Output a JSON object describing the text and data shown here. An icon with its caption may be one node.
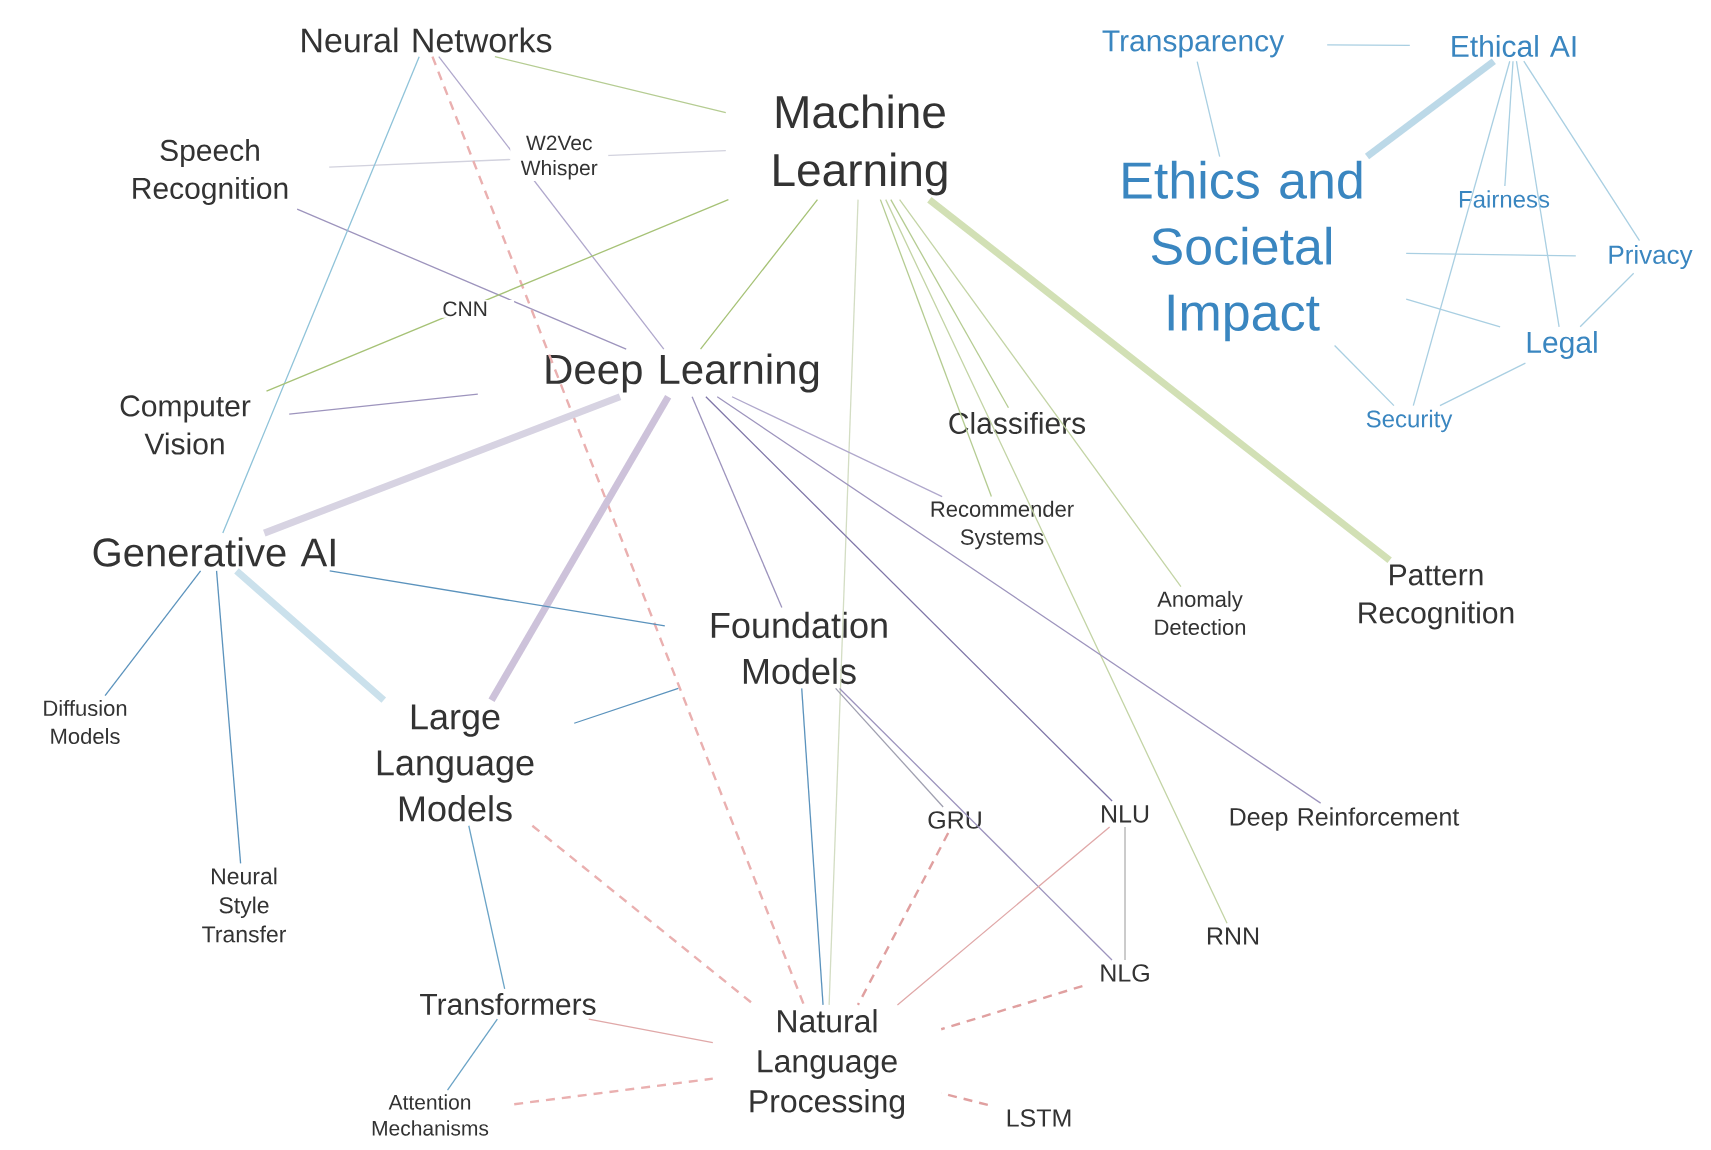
{
  "diagram": {
    "nodes": [
      {
        "text": [
          "Neural Networks"
        ]
      },
      {
        "text": [
          "Machine Learning"
        ]
      },
      {
        "text": [
          "Speech Recognition"
        ]
      },
      {
        "text": [
          "Deep Learning"
        ]
      },
      {
        "text": [
          "Computer Vision"
        ]
      },
      {
        "text": [
          "Generative AI"
        ]
      },
      {
        "text": [
          "Classifiers"
        ]
      },
      {
        "text": [
          "Recommender Systems"
        ]
      },
      {
        "text": [
          "Foundation Models"
        ]
      },
      {
        "text": [
          "Anomaly Detection"
        ]
      },
      {
        "text": [
          "Pattern Recognition"
        ]
      },
      {
        "text": [
          "Diffusion Models"
        ]
      },
      {
        "text": [
          "Large Language Models"
        ]
      },
      {
        "text": [
          "Neural Style Transfer"
        ]
      },
      {
        "text": [
          "GRU"
        ]
      },
      {
        "text": [
          "NLU"
        ]
      },
      {
        "text": [
          "Deep Reinforcement"
        ]
      },
      {
        "text": [
          "RNN"
        ]
      },
      {
        "text": [
          "NLG"
        ]
      },
      {
        "text": [
          "Transformers"
        ]
      },
      {
        "text": [
          "Natural Language Processing"
        ]
      },
      {
        "text": [
          "Attention Mechanisms"
        ]
      },
      {
        "text": [
          "LSTM"
        ]
      },
      {
        "text": [
          "Transparency"
        ]
      },
      {
        "text": [
          "Ethical AI"
        ]
      },
      {
        "text": [
          "Ethics and Societal Impact"
        ]
      },
      {
        "text": [
          "Fairness"
        ]
      },
      {
        "text": [
          "Privacy"
        ]
      },
      {
        "text": [
          "Legal"
        ]
      },
      {
        "text": [
          "Security"
        ]
      }
    ],
    "edges": [
      {
        "from": 0,
        "to": 1,
        "arrow": "none",
        "color": "#b5cc92"
      },
      {
        "from": 2,
        "to": 1,
        "arrow": "none",
        "color": "#d2d2de",
        "label": "W2Vec Whisper"
      },
      {
        "from": 2,
        "to": 3,
        "arrow": "none",
        "color": "#9d94bd"
      },
      {
        "from": 0,
        "to": 3,
        "arrow": "none",
        "color": "#b0a8cc"
      },
      {
        "from": 0,
        "to": 5,
        "arrow": "none",
        "color": "#8fc3d9"
      },
      {
        "from": 0,
        "to": 20,
        "arrow": "none",
        "style": "dashed",
        "color": "#eab0b0"
      },
      {
        "from": 1,
        "to": 4,
        "arrow": "none",
        "color": "#a6c276",
        "label": "CNN"
      },
      {
        "from": 1,
        "to": 3,
        "arrow": "none",
        "color": "#a6c276"
      },
      {
        "from": 1,
        "to": 20,
        "arrow": "none",
        "color": "#d3ddc3"
      },
      {
        "from": 1,
        "to": 6,
        "arrow": "none",
        "color": "#b5cc92"
      },
      {
        "from": 1,
        "to": 7,
        "arrow": "none",
        "color": "#b5cc92"
      },
      {
        "from": 1,
        "to": 9,
        "arrow": "none",
        "color": "#c3d4a5"
      },
      {
        "from": 1,
        "to": 17,
        "arrow": "none",
        "color": "#c3d4a5"
      },
      {
        "from": 1,
        "to": 10,
        "arrow": "none",
        "style": "thick",
        "color": "#d2e0b5"
      },
      {
        "from": 4,
        "to": 3,
        "arrow": "none",
        "color": "#9d94bd"
      },
      {
        "from": 3,
        "to": 5,
        "arrow": "none",
        "style": "thick",
        "color": "#d7d3e2"
      },
      {
        "from": 3,
        "to": 12,
        "arrow": "none",
        "style": "thick",
        "color": "#cdc2da"
      },
      {
        "from": 3,
        "to": 8,
        "arrow": "none",
        "color": "#9d94bd"
      },
      {
        "from": 3,
        "to": 15,
        "arrow": "none",
        "color": "#7f76a8"
      },
      {
        "from": 3,
        "to": 16,
        "arrow": "none",
        "color": "#9d94bd"
      },
      {
        "from": 3,
        "to": 7,
        "arrow": "none",
        "color": "#b0a8cc"
      },
      {
        "from": 5,
        "to": 8,
        "arrow": "none",
        "color": "#5b93bd"
      },
      {
        "from": 5,
        "to": 11,
        "arrow": "none",
        "color": "#5b93bd"
      },
      {
        "from": 5,
        "to": 13,
        "arrow": "none",
        "color": "#5b93bd"
      },
      {
        "from": 5,
        "to": 12,
        "arrow": "none",
        "style": "thick",
        "color": "#cbe1ec"
      },
      {
        "from": 12,
        "to": 8,
        "arrow": "none",
        "color": "#5b93bd"
      },
      {
        "from": 12,
        "to": 19,
        "arrow": "none",
        "color": "#6aa3c6"
      },
      {
        "from": 12,
        "to": 20,
        "arrow": "none",
        "style": "dashed",
        "color": "#eab0b0"
      },
      {
        "from": 8,
        "to": 20,
        "arrow": "none",
        "color": "#5b93bd"
      },
      {
        "from": 8,
        "to": 14,
        "arrow": "none",
        "color": "#a0a0b0"
      },
      {
        "from": 8,
        "to": 18,
        "arrow": "none",
        "color": "#9d94bd"
      },
      {
        "from": 15,
        "to": 18,
        "arrow": "none",
        "color": "#b0b0b0"
      },
      {
        "from": 14,
        "to": 20,
        "arrow": "none",
        "style": "dashed",
        "color": "#e0a0a0"
      },
      {
        "from": 15,
        "to": 20,
        "arrow": "none",
        "color": "#e0a8a8"
      },
      {
        "from": 18,
        "to": 20,
        "arrow": "none",
        "style": "dashed",
        "color": "#e0a0a0"
      },
      {
        "from": 22,
        "to": 20,
        "arrow": "none",
        "style": "dashed",
        "color": "#e0a0a0"
      },
      {
        "from": 19,
        "to": 20,
        "arrow": "none",
        "color": "#e0a8a8"
      },
      {
        "from": 21,
        "to": 20,
        "arrow": "none",
        "style": "dashed",
        "color": "#eab0b0"
      },
      {
        "from": 19,
        "to": 21,
        "arrow": "none",
        "color": "#6aa3c6"
      },
      {
        "from": 23,
        "to": 24,
        "arrow": "none",
        "color": "#a9cfe2"
      },
      {
        "from": 23,
        "to": 25,
        "arrow": "none",
        "color": "#a9cfe2"
      },
      {
        "from": 24,
        "to": 25,
        "arrow": "none",
        "style": "thick",
        "color": "#bcd9e8"
      },
      {
        "from": 24,
        "to": 26,
        "arrow": "none",
        "color": "#a9cfe2"
      },
      {
        "from": 24,
        "to": 27,
        "arrow": "none",
        "color": "#a9cfe2"
      },
      {
        "from": 24,
        "to": 28,
        "arrow": "none",
        "color": "#a9cfe2"
      },
      {
        "from": 24,
        "to": 29,
        "arrow": "none",
        "color": "#a9cfe2"
      },
      {
        "from": 25,
        "to": 27,
        "arrow": "none",
        "color": "#a9cfe2"
      },
      {
        "from": 25,
        "to": 28,
        "arrow": "none",
        "color": "#a9cfe2"
      },
      {
        "from": 25,
        "to": 29,
        "arrow": "none",
        "color": "#a9cfe2"
      },
      {
        "from": 27,
        "to": 28,
        "arrow": "none",
        "color": "#a9cfe2"
      },
      {
        "from": 28,
        "to": 29,
        "arrow": "none",
        "color": "#a9cfe2"
      }
    ]
  }
}
